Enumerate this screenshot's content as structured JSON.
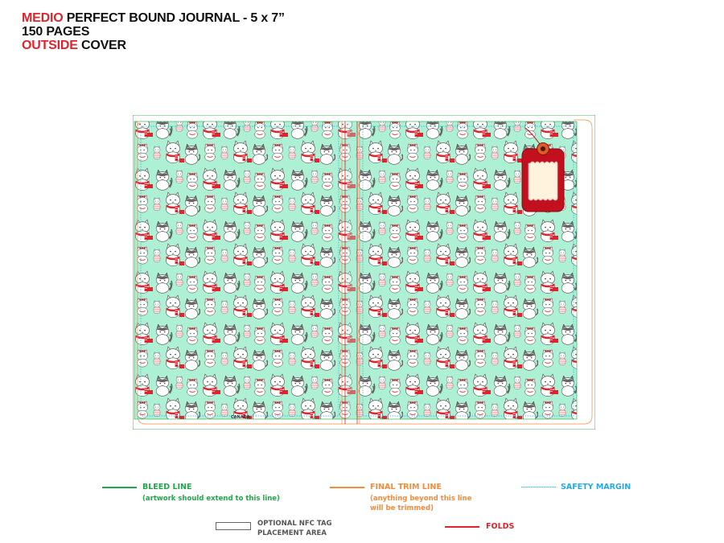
{
  "header": {
    "line1_accent": "MEDIO",
    "line1_rest": " PERFECT BOUND JOURNAL - 5 x 7”",
    "line2": "150 PAGES",
    "line3_accent": "OUTSIDE",
    "line3_rest": " COVER"
  },
  "cover": {
    "brand_mark": "CANADA",
    "pattern_subject": "cats-in-red-scarves-pattern",
    "background_color": "#aef0d4",
    "accent_color": "#e3232b",
    "tag_color": "#c3101e"
  },
  "legend": {
    "bleed_label": "BLEED LINE",
    "bleed_note": "(artwork should extend to this line)",
    "trim_label": "FINAL TRIM LINE",
    "trim_note_1": "(anything beyond this line",
    "trim_note_2": "will be trimmed)",
    "safety_label": "SAFETY MARGIN",
    "nfc_label_1": "OPTIONAL NFC TAG",
    "nfc_label_2": "PLACEMENT AREA",
    "folds_label": "FOLDS",
    "colors": {
      "bleed": "#1ea84a",
      "trim": "#f58b3c",
      "safety": "#27a9e1",
      "folds": "#e3232b",
      "nfc": "#666666"
    }
  }
}
